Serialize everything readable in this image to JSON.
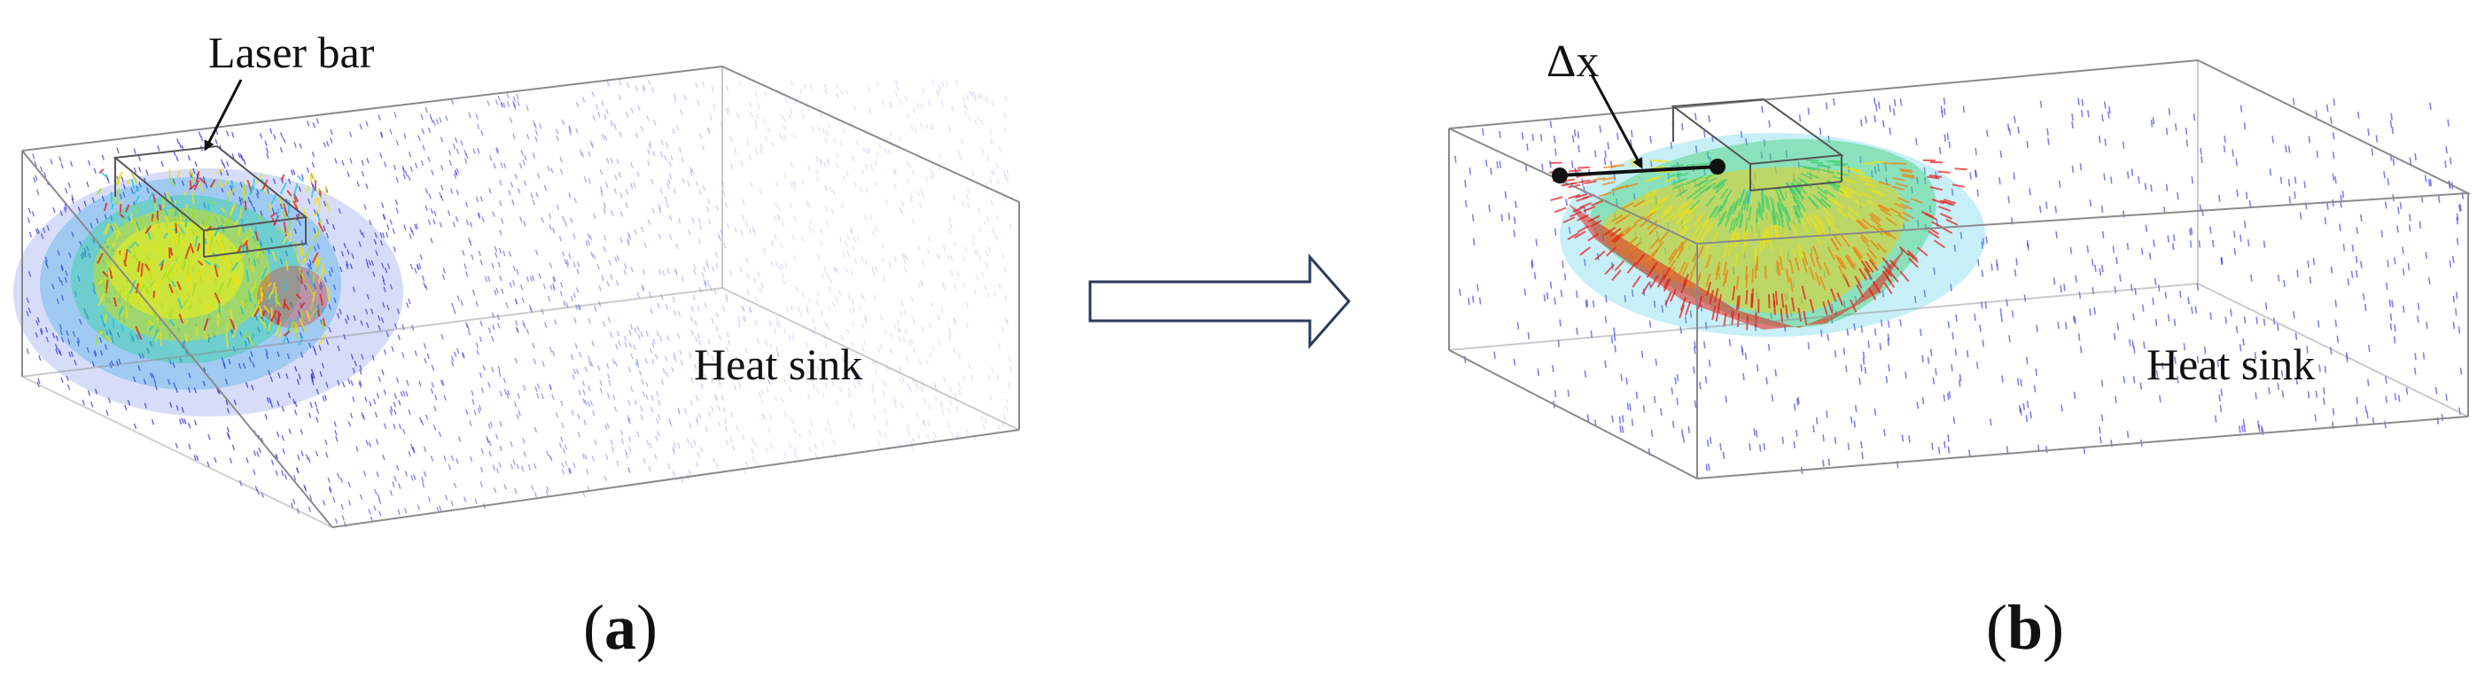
{
  "panel_a": {
    "caption_open": "(",
    "caption_letter": "a",
    "caption_close": ")",
    "laser_bar_label": "Laser bar",
    "heat_sink_label": "Heat sink"
  },
  "panel_b": {
    "caption_open": "(",
    "caption_letter": "b",
    "caption_close": ")",
    "delta_x_label": "Δx",
    "heat_sink_label": "Heat sink"
  },
  "colors": {
    "box_edge": "#8a8a8a",
    "cold_arrow": "#1a1ae0",
    "hot_arrow": "#e81818",
    "warm_arrow": "#f0e010",
    "mid_arrow": "#20c8d8",
    "transition_arrow": "#2a3a5a"
  }
}
